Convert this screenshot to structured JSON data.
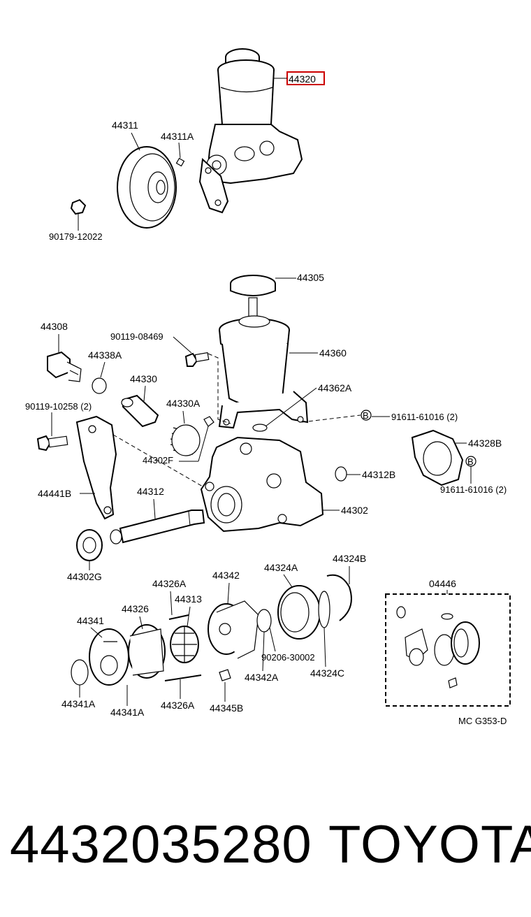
{
  "highlighted_part": "44320",
  "labels": {
    "p44320": "44320",
    "p44311": "44311",
    "p44311A": "44311A",
    "p90179_12022": "90179-12022",
    "p44305": "44305",
    "p44308": "44308",
    "p90119_08469": "90119-08469",
    "p44338A": "44338A",
    "p44360": "44360",
    "p44330": "44330",
    "p44362A": "44362A",
    "p90119_10258": "90119-10258 (2)",
    "p44330A": "44330A",
    "p91611_61016_a": "91611-61016 (2)",
    "p44328B": "44328B",
    "p44302F": "44302F",
    "p44441B": "44441B",
    "p44312B": "44312B",
    "p91611_61016_b": "91611-61016 (2)",
    "p44312": "44312",
    "p44302": "44302",
    "p44302G": "44302G",
    "p44324B": "44324B",
    "p44324A": "44324A",
    "p44342": "44342",
    "p04446": "04446",
    "p44326A_top": "44326A",
    "p44313": "44313",
    "p44341": "44341",
    "p44326": "44326",
    "p90206_30002": "90206-30002",
    "p44324C": "44324C",
    "p44342A": "44342A",
    "p44341A_left": "44341A",
    "p44341A_bottom": "44341A",
    "p44326A_bottom": "44326A",
    "p44345B": "44345B",
    "code": "MC  G353-D",
    "bolt_marker": "B"
  },
  "footer": {
    "part_number": "4432035280",
    "brand": "TOYOTA"
  }
}
